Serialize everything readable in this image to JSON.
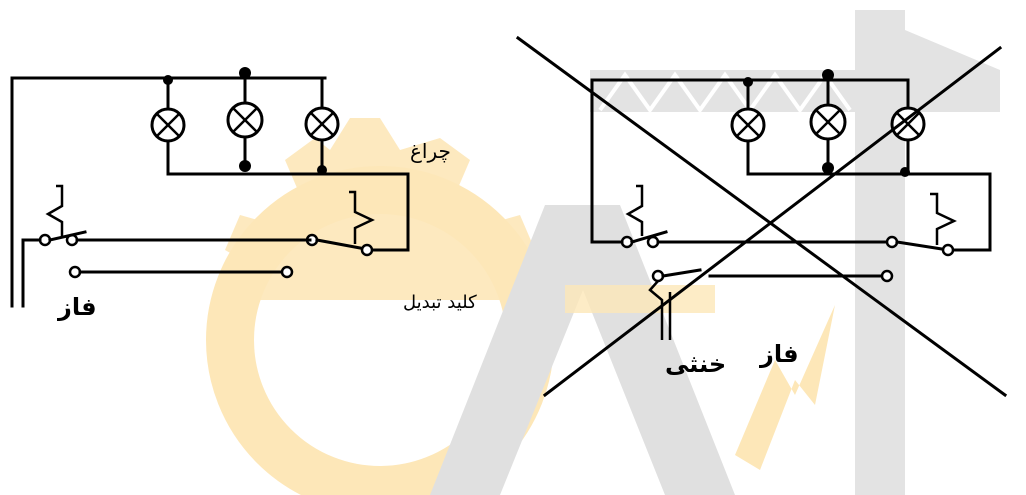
{
  "left_diagram": {
    "lamp_label": "چراغ",
    "switch_label": "کلید تبدیل",
    "phase_label": "فاز"
  },
  "right_diagram": {
    "phase_label": "فاز",
    "neutral_label": "خنثی",
    "crossed_out": true
  },
  "watermark": {
    "colors": {
      "gear": "#fde7b8",
      "crane": "#e3e3e3",
      "bolt": "#fde7b8"
    }
  }
}
